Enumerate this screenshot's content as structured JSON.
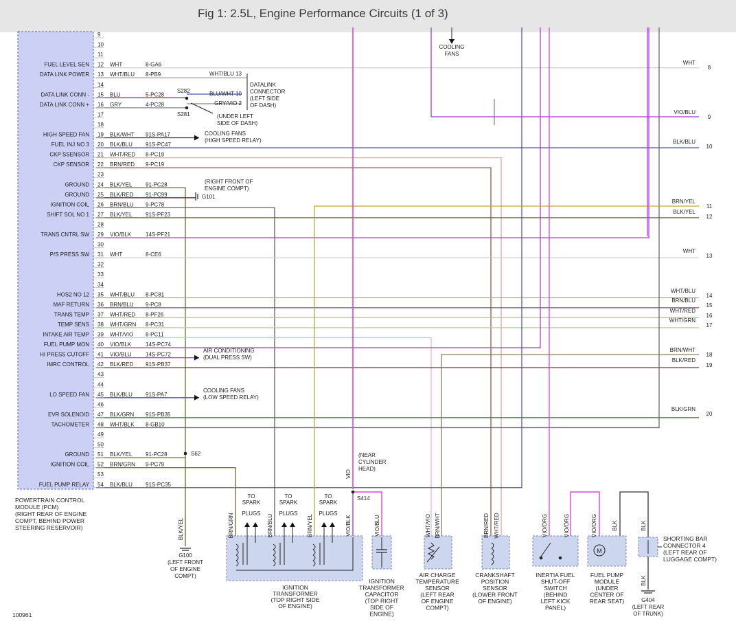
{
  "title": "Fig 1: 2.5L, Engine Performance Circuits (1 of 3)",
  "figure_id": "100961",
  "pcm": {
    "lines": [
      "POWERTRAIN CONTROL",
      "MODULE (PCM)",
      "(RIGHT REAR OF ENGINE",
      "COMPT, BEHIND POWER",
      "STEERING RESERVOIR)"
    ]
  },
  "pins": [
    {
      "pin": "9",
      "label": "",
      "color": "",
      "circuit": ""
    },
    {
      "pin": "10",
      "label": "",
      "color": "",
      "circuit": ""
    },
    {
      "pin": "11",
      "label": "",
      "color": "",
      "circuit": ""
    },
    {
      "pin": "12",
      "label": "FUEL LEVEL SEN",
      "color": "WHT",
      "circuit": "8-GA6"
    },
    {
      "pin": "13",
      "label": "DATA LINK POWER",
      "color": "WHT/BLU",
      "circuit": "8-PB9"
    },
    {
      "pin": "14",
      "label": "",
      "color": "",
      "circuit": ""
    },
    {
      "pin": "15",
      "label": "DATA LINK CONN -",
      "color": "BLU",
      "circuit": "5-PC28"
    },
    {
      "pin": "16",
      "label": "DATA LINK CONN +",
      "color": "GRY",
      "circuit": "4-PC28"
    },
    {
      "pin": "17",
      "label": "",
      "color": "",
      "circuit": ""
    },
    {
      "pin": "18",
      "label": "",
      "color": "",
      "circuit": ""
    },
    {
      "pin": "19",
      "label": "HIGH SPEED FAN",
      "color": "BLK/WHT",
      "circuit": "91S-PA17"
    },
    {
      "pin": "20",
      "label": "FUEL INJ NO 3",
      "color": "BLK/BLU",
      "circuit": "91S-PC47"
    },
    {
      "pin": "21",
      "label": "CKP SSENSOR",
      "color": "WHT/RED",
      "circuit": "8-PC19"
    },
    {
      "pin": "22",
      "label": "CKP SENSOR",
      "color": "BRN/RED",
      "circuit": "9-PC19"
    },
    {
      "pin": "23",
      "label": "",
      "color": "",
      "circuit": ""
    },
    {
      "pin": "24",
      "label": "GROUND",
      "color": "BLK/YEL",
      "circuit": "91-PC28"
    },
    {
      "pin": "25",
      "label": "GROUND",
      "color": "BLK/RED",
      "circuit": "91-PC99"
    },
    {
      "pin": "26",
      "label": "IGNITION COIL",
      "color": "BRN/BLU",
      "circuit": "9-PC78"
    },
    {
      "pin": "27",
      "label": "SHIFT SOL NO 1",
      "color": "BLK/YEL",
      "circuit": "91S-PF23"
    },
    {
      "pin": "28",
      "label": "",
      "color": "",
      "circuit": ""
    },
    {
      "pin": "29",
      "label": "TRANS CNTRL SW",
      "color": "VIO/BLK",
      "circuit": "14S-PF21"
    },
    {
      "pin": "30",
      "label": "",
      "color": "",
      "circuit": ""
    },
    {
      "pin": "31",
      "label": "P/S PRESS SW",
      "color": "WHT",
      "circuit": "8-CE6"
    },
    {
      "pin": "32",
      "label": "",
      "color": "",
      "circuit": ""
    },
    {
      "pin": "33",
      "label": "",
      "color": "",
      "circuit": ""
    },
    {
      "pin": "34",
      "label": "",
      "color": "",
      "circuit": ""
    },
    {
      "pin": "35",
      "label": "HOS2 NO 12",
      "color": "WHT/BLU",
      "circuit": "8-PC81"
    },
    {
      "pin": "36",
      "label": "MAF RETURN",
      "color": "BRN/BLU",
      "circuit": "9-PC8"
    },
    {
      "pin": "37",
      "label": "TRANS TEMP",
      "color": "WHT/RED",
      "circuit": "8-PF26"
    },
    {
      "pin": "38",
      "label": "TEMP SENS",
      "color": "WHT/GRN",
      "circuit": "8-PC31"
    },
    {
      "pin": "39",
      "label": "INTAKE AIR TEMP",
      "color": "WHT/VIO",
      "circuit": "8-PC11"
    },
    {
      "pin": "40",
      "label": "FUEL PUMP MON",
      "color": "VIO/BLK",
      "circuit": "14S-PC74"
    },
    {
      "pin": "41",
      "label": "HI PRESS CUTOFF",
      "color": "VIO/BLU",
      "circuit": "14S-PC72"
    },
    {
      "pin": "42",
      "label": "IMRC CONTROL",
      "color": "BLK/RED",
      "circuit": "91S-PB37"
    },
    {
      "pin": "43",
      "label": "",
      "color": "",
      "circuit": ""
    },
    {
      "pin": "44",
      "label": "",
      "color": "",
      "circuit": ""
    },
    {
      "pin": "45",
      "label": "LO SPEED FAN",
      "color": "BLK/BLU",
      "circuit": "91S-PA7"
    },
    {
      "pin": "46",
      "label": "",
      "color": "",
      "circuit": ""
    },
    {
      "pin": "47",
      "label": "EVR SOLENOID",
      "color": "BLK/GRN",
      "circuit": "91S-PB35"
    },
    {
      "pin": "48",
      "label": "TACHOMETER",
      "color": "WHT/BLK",
      "circuit": "8-GB10"
    },
    {
      "pin": "49",
      "label": "",
      "color": "",
      "circuit": ""
    },
    {
      "pin": "50",
      "label": "",
      "color": "",
      "circuit": ""
    },
    {
      "pin": "51",
      "label": "GROUND",
      "color": "BLK/YEL",
      "circuit": "91-PC28"
    },
    {
      "pin": "52",
      "label": "IGNITION COIL",
      "color": "BRN/GRN",
      "circuit": "9-PC79"
    },
    {
      "pin": "53",
      "label": "",
      "color": "",
      "circuit": ""
    },
    {
      "pin": "54",
      "label": "FUEL PUMP RELAY",
      "color": "BLK/BLU",
      "circuit": "91S-PC35"
    }
  ],
  "right_edge": [
    {
      "ref": "8",
      "color": "WHT"
    },
    {
      "ref": "9",
      "color": "VIO/BLU"
    },
    {
      "ref": "10",
      "color": "BLK/BLU"
    },
    {
      "ref": "11",
      "color": "BRN/YEL"
    },
    {
      "ref": "12",
      "color": "BLK/YEL"
    },
    {
      "ref": "13",
      "color": "WHT"
    },
    {
      "ref": "14",
      "color": "WHT/BLU"
    },
    {
      "ref": "15",
      "color": "BRN/BLU"
    },
    {
      "ref": "16",
      "color": "WHT/RED"
    },
    {
      "ref": "17",
      "color": "WHT/GRN"
    },
    {
      "ref": "18",
      "color": "BRN/WHT"
    },
    {
      "ref": "19",
      "color": "BLK/RED"
    },
    {
      "ref": "20",
      "color": "BLK/GRN"
    }
  ],
  "notes": {
    "dlc_wire1": "WHT/BLU 13",
    "dlc_wire2": "BLU/WHT 10",
    "dlc_wire3": "GRY/VIO 2",
    "dlc_label": [
      "DATALINK",
      "CONNECTOR",
      "(LEFT SIDE",
      "OF DASH)"
    ],
    "s282": "S282",
    "s281": "S281",
    "s281_loc": [
      "(UNDER LEFT",
      "SIDE OF DASH)"
    ],
    "cooling_fans_top": [
      "COOLING",
      "FANS"
    ],
    "cooling_high": [
      "COOLING FANS",
      "(HIGH SPEED RELAY)"
    ],
    "g101_loc": [
      "(RIGHT FRONT OF",
      "ENGINE COMPT)"
    ],
    "g101": "G101",
    "ac_cutoff": [
      "AIR CONDITIONING",
      "(DUAL PRESS SW)"
    ],
    "cooling_low": [
      "COOLING FANS",
      "(LOW SPEED RELAY)"
    ],
    "s62": "S62",
    "vio": "VIO",
    "s414_loc": [
      "(NEAR",
      "CYLINDER",
      "HEAD)"
    ],
    "s414": "S414",
    "g100_wire": "BLK/YEL",
    "g100": "G100",
    "g100_loc": [
      "(LEFT FRONT",
      "OF ENGINE",
      "COMPT)"
    ],
    "to_spark": [
      "TO",
      "SPARK",
      "PLUGS"
    ],
    "g404": "G404",
    "g404_loc": [
      "(LEFT REAR",
      "OF TRUNK)"
    ]
  },
  "components": {
    "ignition_transformer": {
      "wires": [
        "BRN/GRN",
        "BRN/BLU",
        "BRN/YEL",
        "VIO/BLK"
      ],
      "lines": [
        "IGNITION",
        "TRANSFORMER",
        "(TOP RIGHT SIDE",
        "OF ENGINE)"
      ]
    },
    "capacitor": {
      "wires": [
        "VIO/BLU"
      ],
      "lines": [
        "IGNITION",
        "TRANSFORMER",
        "CAPACITOR",
        "(TOP RIGHT",
        "SIDE OF",
        "ENGINE)"
      ]
    },
    "air_charge": {
      "wires": [
        "WHT/VIO",
        "BRN/WHT"
      ],
      "lines": [
        "AIR CHARGE",
        "TEMPERATURE",
        "SENSOR",
        "(LEFT REAR",
        "OF ENGINE",
        "COMPT)"
      ]
    },
    "crankshaft": {
      "wires": [
        "BRN/RED",
        "WHT/RED"
      ],
      "lines": [
        "CRANKSHAFT",
        "POSITION",
        "SENSOR",
        "(LOWER FRONT",
        "OF ENGINE)"
      ]
    },
    "inertia": {
      "wires": [
        "VIO/ORG",
        "VIO/ORG"
      ],
      "lines": [
        "INERTIA FUEL",
        "SHUT-OFF",
        "SWITCH",
        "(BEHIND",
        "LEFT KICK",
        "PANEL)"
      ]
    },
    "fuel_pump": {
      "wires": [
        "VIO/ORG",
        "BLK"
      ],
      "lines": [
        "FUEL PUMP",
        "MODULE",
        "(UNDER",
        "CENTER OF",
        "REAR SEAT)"
      ]
    },
    "shorting_bar": {
      "wires": [
        "BLK",
        "BLK"
      ],
      "lines": [
        "SHORTING BAR",
        "CONNECTOR 4",
        "(LEFT REAR OF",
        "LUGGAGE COMPT)"
      ]
    }
  }
}
